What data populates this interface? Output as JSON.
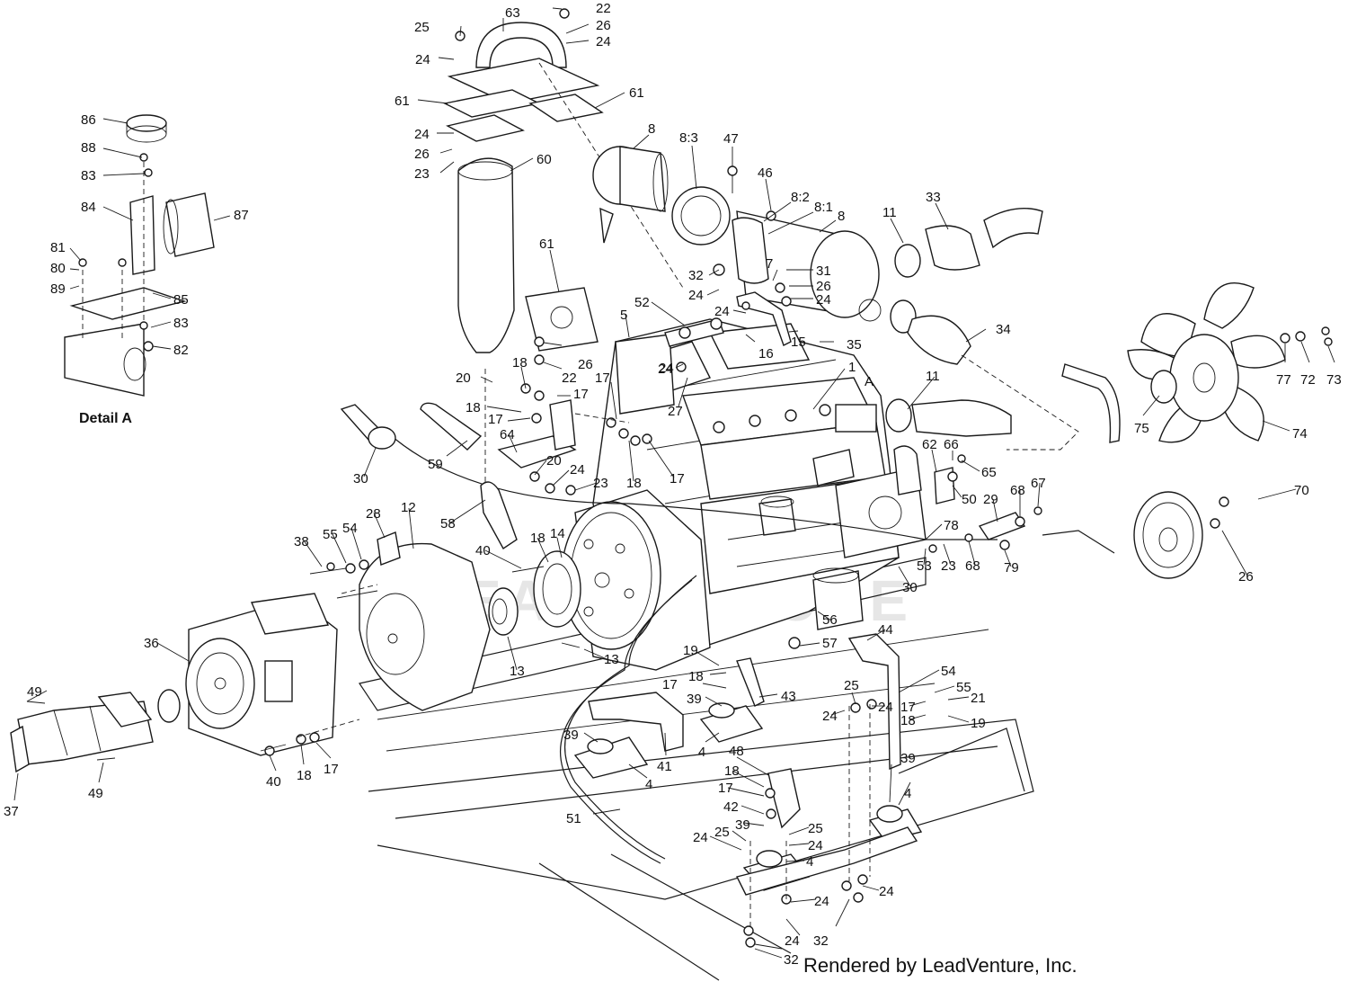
{
  "diagram": {
    "detail_label": "Detail A",
    "detail_marker": "A",
    "credit": "Rendered by LeadVenture, Inc.",
    "watermark": "LEADVENTURE",
    "callouts": {
      "c25a": "25",
      "c63": "63",
      "c22a": "22",
      "c26a": "26",
      "c24a": "24",
      "c24b": "24",
      "c61a": "61",
      "c61b": "61",
      "c24c": "24",
      "c26b": "26",
      "c23a": "23",
      "c60": "60",
      "c8a": "8",
      "c8_3": "8:3",
      "c47": "47",
      "c46": "46",
      "c8_2": "8:2",
      "c8_1": "8:1",
      "c8b": "8",
      "c11a": "11",
      "c33": "33",
      "c86": "86",
      "c88": "88",
      "c83a": "83",
      "c84": "84",
      "c87": "87",
      "c81": "81",
      "c80": "80",
      "c89": "89",
      "c85": "85",
      "c83b": "83",
      "c82": "82",
      "c61c": "61",
      "c32a": "32",
      "c31": "31",
      "c24d": "24",
      "c26c": "26",
      "c7": "7",
      "c24e": "24",
      "c52": "52",
      "c5": "5",
      "c24f": "24",
      "c34": "34",
      "c24g": "24",
      "c15": "15",
      "c16": "16",
      "c35": "35",
      "c26d": "26",
      "c22b": "22",
      "c20a": "20",
      "c18a": "18",
      "c17a": "17",
      "c17b": "17",
      "c18b": "18",
      "c17c": "17",
      "c24h": "24",
      "c27": "27",
      "c1": "1",
      "c11b": "11",
      "c77": "77",
      "c72": "72",
      "c73": "73",
      "c75": "75",
      "c74": "74",
      "c62": "62",
      "c66": "66",
      "c65": "65",
      "c64": "64",
      "c59": "59",
      "c30a": "30",
      "c20b": "20",
      "c24i": "24",
      "c18c": "18",
      "c17d": "17",
      "c23b": "23",
      "c50": "50",
      "c29": "29",
      "c68a": "68",
      "c67": "67",
      "c70": "70",
      "c38": "38",
      "c55a": "55",
      "c54a": "54",
      "c28": "28",
      "c12": "12",
      "c58": "58",
      "c40a": "40",
      "c18d": "18",
      "c14": "14",
      "c78": "78",
      "c53": "53",
      "c23c": "23",
      "c68b": "68",
      "c79": "79",
      "c26e": "26",
      "c30b": "30",
      "c36": "36",
      "c13a": "13",
      "c13b": "13",
      "c56": "56",
      "c44": "44",
      "c57": "57",
      "c19a": "19",
      "c18e": "18",
      "c17e": "17",
      "c43": "43",
      "c39a": "39",
      "c49a": "49",
      "c39b": "39",
      "c54b": "54",
      "c55b": "55",
      "c25b": "25",
      "c24j": "24",
      "c24k": "24",
      "c17f": "17",
      "c21": "21",
      "c18f": "18",
      "c19b": "19",
      "c40b": "40",
      "c18g": "18",
      "c17g": "17",
      "c4a": "4",
      "c41": "41",
      "c4b": "4",
      "c37": "37",
      "c49b": "49",
      "c48": "48",
      "c18h": "18",
      "c17h": "17",
      "c39c": "39",
      "c4c": "4",
      "c42": "42",
      "c39d": "39",
      "c51": "51",
      "c24l": "24",
      "c25c": "25",
      "c25d": "25",
      "c24m": "24",
      "c4d": "4",
      "c24n": "24",
      "c24o": "24",
      "c32b": "32",
      "c24p": "24",
      "c32c": "32"
    }
  }
}
